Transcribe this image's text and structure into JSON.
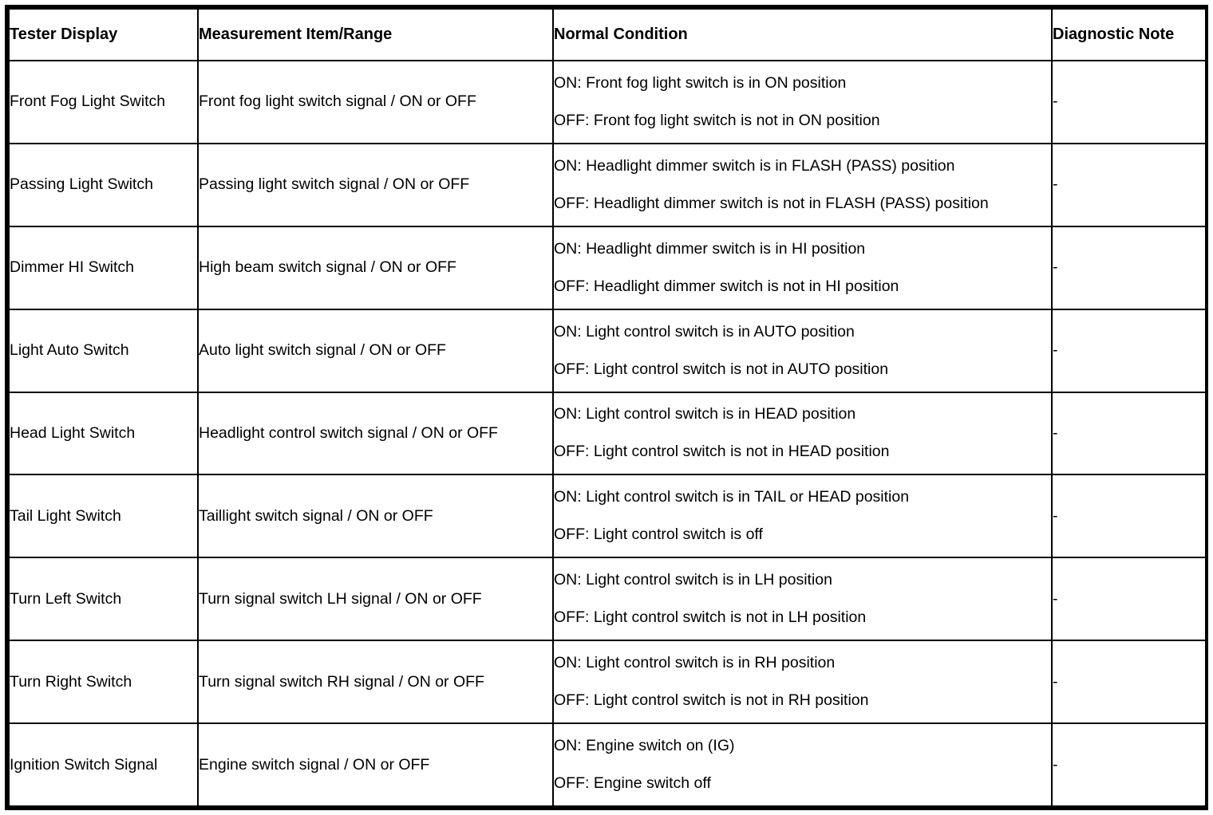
{
  "table": {
    "headers": [
      {
        "label": "Tester Display"
      },
      {
        "label": "Measurement Item/Range"
      },
      {
        "label": "Normal Condition"
      },
      {
        "label": "Diagnostic Note"
      }
    ],
    "rows": [
      {
        "tester_display": "Front Fog Light Switch",
        "measurement": "Front fog light switch signal / ON or OFF",
        "condition_on": "ON: Front fog light switch is in ON position",
        "condition_off": "OFF: Front fog light switch is not in ON position",
        "note": "-"
      },
      {
        "tester_display": "Passing Light Switch",
        "measurement": "Passing light switch signal / ON or OFF",
        "condition_on": "ON: Headlight dimmer switch is in FLASH (PASS) position",
        "condition_off": "OFF: Headlight dimmer switch is not in FLASH (PASS) position",
        "note": "-"
      },
      {
        "tester_display": "Dimmer HI Switch",
        "measurement": "High beam switch signal / ON or OFF",
        "condition_on": "ON: Headlight dimmer switch is in HI position",
        "condition_off": "OFF: Headlight dimmer switch is not in HI position",
        "note": "-"
      },
      {
        "tester_display": "Light Auto Switch",
        "measurement": "Auto light switch signal / ON or OFF",
        "condition_on": "ON: Light control switch is in AUTO position",
        "condition_off": "OFF: Light control switch is not in AUTO position",
        "note": "-"
      },
      {
        "tester_display": "Head Light Switch",
        "measurement": "Headlight control switch signal / ON or OFF",
        "condition_on": "ON: Light control switch is in HEAD position",
        "condition_off": "OFF: Light control switch is not in HEAD position",
        "note": "-"
      },
      {
        "tester_display": "Tail Light Switch",
        "measurement": "Taillight switch signal / ON or OFF",
        "condition_on": "ON: Light control switch is in TAIL or HEAD position",
        "condition_off": "OFF: Light control switch is off",
        "note": "-"
      },
      {
        "tester_display": "Turn Left Switch",
        "measurement": "Turn signal switch LH signal / ON or OFF",
        "condition_on": "ON: Light control switch is in LH position",
        "condition_off": "OFF: Light control switch is not in LH position",
        "note": "-"
      },
      {
        "tester_display": "Turn Right Switch",
        "measurement": "Turn signal switch RH signal / ON or OFF",
        "condition_on": "ON: Light control switch is in RH position",
        "condition_off": "OFF: Light control switch is not in RH position",
        "note": "-"
      },
      {
        "tester_display": "Ignition Switch Signal",
        "measurement": "Engine switch signal / ON or OFF",
        "condition_on": "ON: Engine switch on (IG)",
        "condition_off": "OFF: Engine switch off",
        "note": "-"
      }
    ]
  }
}
